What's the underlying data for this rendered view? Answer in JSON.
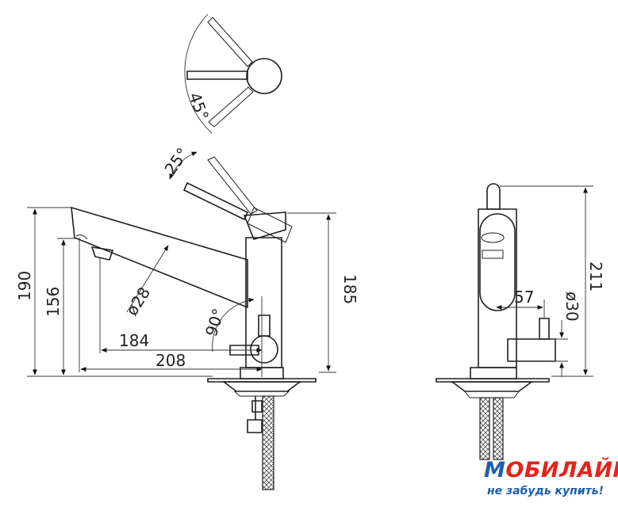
{
  "dimensions": {
    "rotation_angle": "45°",
    "handle_tilt": "25°",
    "overall_height": "190",
    "spout_height": "156",
    "spout_diameter": "ø28",
    "spout_reach_inner": "184",
    "spout_reach_outer": "208",
    "body_angle": "90°",
    "body_height": "185",
    "side_height": "211",
    "side_offset": "57",
    "body_diameter": "ø30"
  },
  "logo": {
    "first_letter": "М",
    "rest": "ОБИЛАЙН",
    "slogan": "не забудь купить!",
    "brand_red": "#e1251b",
    "brand_blue": "#1b5fae"
  }
}
